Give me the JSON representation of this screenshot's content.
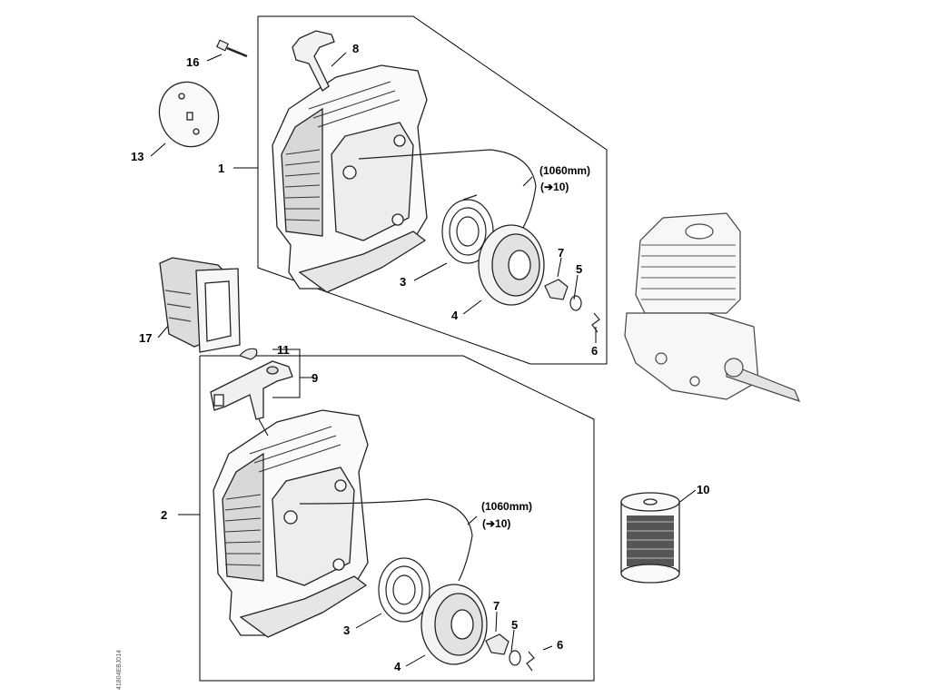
{
  "callouts": {
    "n1": "1",
    "n2": "2",
    "n3a": "3",
    "n3b": "3",
    "n4a": "4",
    "n4b": "4",
    "n5a": "5",
    "n5b": "5",
    "n6a": "6",
    "n6b": "6",
    "n7a": "7",
    "n7b": "7",
    "n8": "8",
    "n9": "9",
    "n10": "10",
    "n11": "11",
    "n13": "13",
    "n16": "16",
    "n17": "17"
  },
  "rope_note_a": {
    "line1": "(1060mm)",
    "line2": "(➔10)"
  },
  "rope_note_b": {
    "line1": "(1060mm)",
    "line2": "(➔10)"
  },
  "drawing_code": "41804EBJ014"
}
